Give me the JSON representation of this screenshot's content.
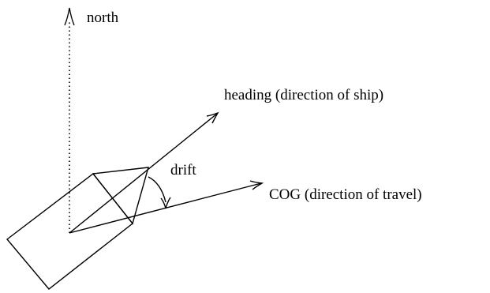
{
  "labels": {
    "north": "north",
    "heading": "heading (direction of ship)",
    "drift": "drift",
    "cog": "COG (direction of travel)"
  },
  "colors": {
    "stroke": "#000000",
    "background": "#ffffff"
  }
}
